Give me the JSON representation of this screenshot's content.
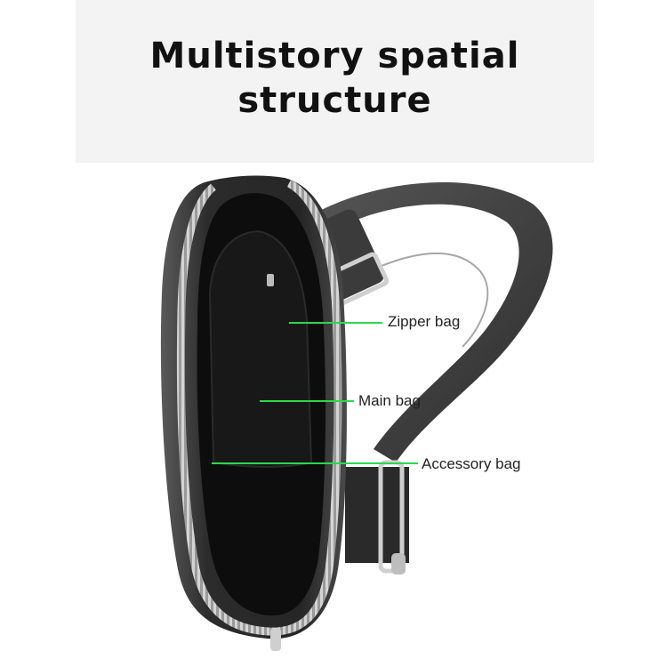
{
  "title": {
    "line1": "Multistory spatial",
    "line2": "structure"
  },
  "callouts": {
    "zipper_bag": "Zipper bag",
    "main_bag": "Main bag",
    "accessory_bag": "Accessory bag"
  },
  "colors": {
    "header_bg": "#f3f3f3",
    "leader_line": "#2bd94a",
    "leather": "#2c2c2c",
    "lining": "#0c0c0c",
    "strap": "#3a3a3a"
  }
}
